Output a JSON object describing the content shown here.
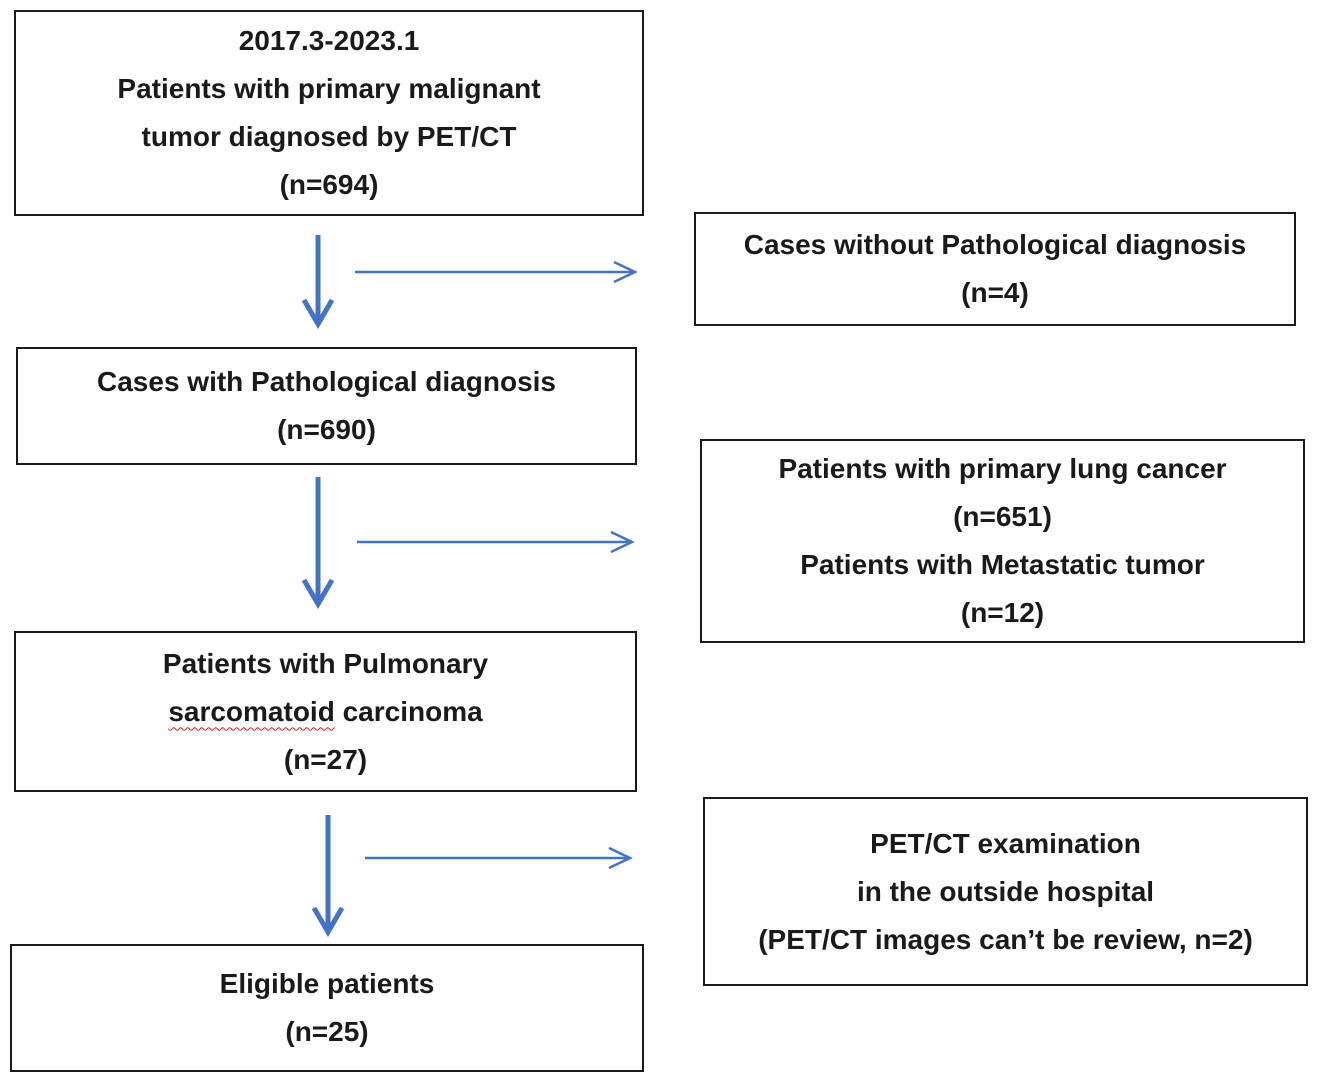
{
  "boxes": {
    "start": {
      "lines": [
        "2017.3-2023.1",
        "Patients with primary malignant",
        "tumor diagnosed by PET/CT",
        "(n=694)"
      ]
    },
    "excl_no_pathology": {
      "lines": [
        "Cases without Pathological diagnosis",
        "(n=4)"
      ]
    },
    "with_pathology": {
      "lines": [
        "Cases with  Pathological diagnosis",
        "(n=690)"
      ]
    },
    "excl_lung_meta": {
      "lines": [
        "Patients with  primary lung cancer",
        "(n=651)",
        "Patients with  Metastatic tumor",
        "(n=12)"
      ]
    },
    "psc": {
      "line1": "Patients with Pulmonary",
      "line2_underlined": "sarcomatoid",
      "line2_rest": " carcinoma",
      "line3": "(n=27)"
    },
    "excl_outside": {
      "lines": [
        "PET/CT examination",
        "in the outside hospital",
        "(PET/CT images can’t be review, n=2)"
      ]
    },
    "eligible": {
      "lines": [
        "Eligible patients",
        "(n=25)"
      ]
    }
  },
  "colors": {
    "arrow": "#4472c4",
    "border": "#1a1a1a",
    "spellcheck_underline": "#d02020"
  }
}
